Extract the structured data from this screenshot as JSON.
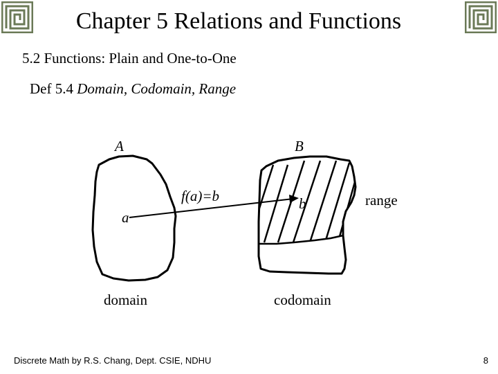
{
  "slide": {
    "title": "Chapter 5 Relations and Functions",
    "subtitle": "5.2 Functions: Plain and One-to-One",
    "definition_prefix": "Def 5.4 ",
    "definition_italic": "Domain, Codomain, Range"
  },
  "diagram": {
    "set_a_label": "A",
    "set_b_label": "B",
    "element_a": "a",
    "element_b": "b",
    "mapping_label": "f(a)=b",
    "domain_label": "domain",
    "codomain_label": "codomain",
    "range_label": "range"
  },
  "footer": {
    "credit": "Discrete Math by R.S. Chang, Dept. CSIE, NDHU",
    "page_number": "8"
  },
  "decor": {
    "ornament_icon": "greek-key-icon",
    "ornament_color": "#6b7a57"
  }
}
